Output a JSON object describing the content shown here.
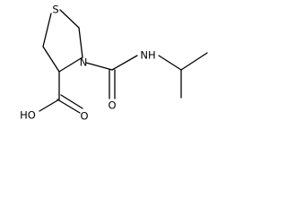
{
  "molecule": {
    "atoms": {
      "sulfur": "S",
      "ring_nitrogen": "N",
      "amide_nh": "NH",
      "carbonyl_oxygen": "O",
      "hydroxyl": "HO",
      "acid_carbonyl_oxygen": "O"
    }
  }
}
